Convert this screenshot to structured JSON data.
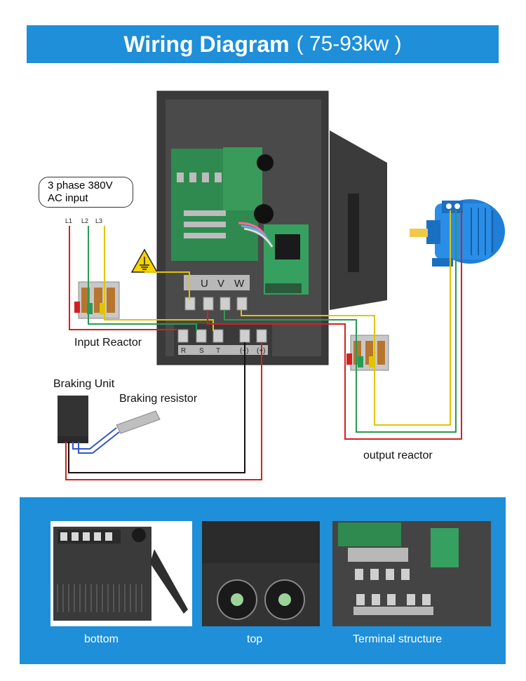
{
  "title": {
    "main": "Wiring Diagram",
    "sub": "( 75-93kw  )"
  },
  "labels": {
    "ac_input_line1": "3 phase 380V",
    "ac_input_line2": "AC input",
    "l1": "L1",
    "l2": "L2",
    "l3": "L3",
    "input_reactor": "Input Reactor",
    "braking_unit": "Braking Unit",
    "braking_resistor": "Braking resistor",
    "output_reactor": "output reactor"
  },
  "terminals": {
    "output": [
      "U",
      "V",
      "W"
    ],
    "input": [
      "R",
      "S",
      "T",
      "(−)",
      "(+)"
    ]
  },
  "thumbnails": [
    {
      "label": "bottom"
    },
    {
      "label": "top"
    },
    {
      "label": "Terminal structure"
    }
  ],
  "colors": {
    "accent": "#1e8fd8",
    "wire_red": "#d42020",
    "wire_green": "#2a9a55",
    "wire_yellow": "#e0c400",
    "wire_black": "#111111",
    "wire_blue": "#3355cc"
  }
}
